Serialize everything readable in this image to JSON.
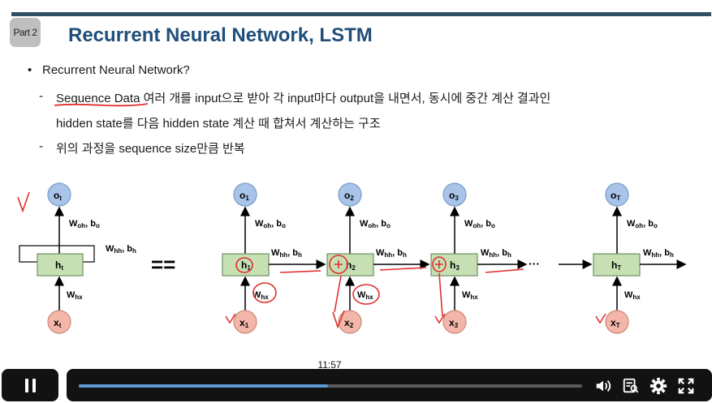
{
  "slide": {
    "part_label": "Part 2",
    "title": "Recurrent Neural Network, LSTM",
    "bullet": "Recurrent Neural Network?",
    "line1_underlined": "Sequence Data",
    "line1_rest": " 여러 개를 input으로 받아 각 input마다 output을 내면서, 동시에 중간 계산 결과인",
    "line2": "hidden state를 다음 hidden state 계산 때 합쳐서 계산하는 구조",
    "line3": "위의 과정을 sequence size만큼 반복",
    "dash": "-",
    "bullet_dot": "•"
  },
  "diagram": {
    "folded": {
      "output": "o",
      "output_sub": "t",
      "hidden": "h",
      "hidden_sub": "t",
      "input": "x",
      "input_sub": "t",
      "w_out": "W",
      "w_out_sub": "oh",
      "b_out": ", b",
      "b_out_sub": "o",
      "w_hh": "W",
      "w_hh_sub": "hh",
      "b_h": ", b",
      "b_h_sub": "h",
      "w_in": "W",
      "w_in_sub": "hx"
    },
    "equals": "==",
    "ellipsis": "···",
    "steps": [
      {
        "o": "o",
        "o_sub": "1",
        "h": "h",
        "h_sub": "1",
        "x": "x",
        "x_sub": "1"
      },
      {
        "o": "o",
        "o_sub": "2",
        "h": "h",
        "h_sub": "2",
        "x": "x",
        "x_sub": "2"
      },
      {
        "o": "o",
        "o_sub": "3",
        "h": "h",
        "h_sub": "3",
        "x": "x",
        "x_sub": "3"
      },
      {
        "o": "o",
        "o_sub": "T",
        "h": "h",
        "h_sub": "T",
        "x": "x",
        "x_sub": "T"
      }
    ],
    "colors": {
      "output_fill": "#a8c4e8",
      "hidden_fill": "#c6e0b4",
      "input_fill": "#f4b6a8",
      "annotation": "#e03030"
    }
  },
  "player": {
    "time_tooltip": "11:57",
    "progress": 0.495,
    "icons": [
      "pause-icon",
      "volume-icon",
      "transcript-icon",
      "settings-gear-icon",
      "fullscreen-icon"
    ]
  }
}
